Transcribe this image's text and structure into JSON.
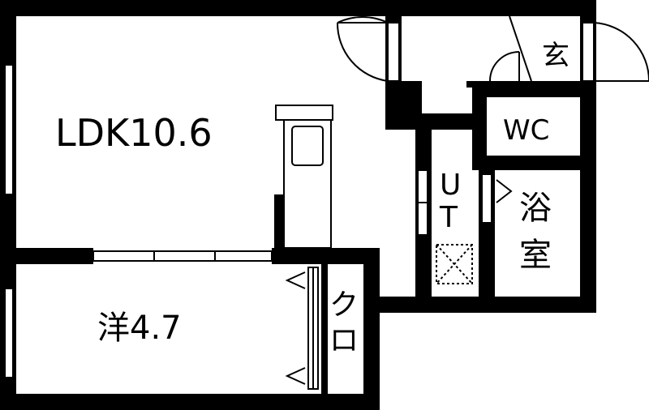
{
  "rooms": {
    "ldk": {
      "label": "LDK10.6"
    },
    "western": {
      "label": "洋4.7"
    },
    "closet": {
      "label": "クロ"
    },
    "entrance": {
      "label": "玄"
    },
    "wc": {
      "label": "WC"
    },
    "utility": {
      "label": "UT"
    },
    "bath": {
      "label": "浴室"
    }
  },
  "colors": {
    "wall": "#000000",
    "background": "#ffffff",
    "fixture_stroke": "#000000"
  },
  "icons": [
    "door-swing",
    "window",
    "kitchen-counter",
    "sink",
    "washer-space",
    "folding-door-marker"
  ]
}
